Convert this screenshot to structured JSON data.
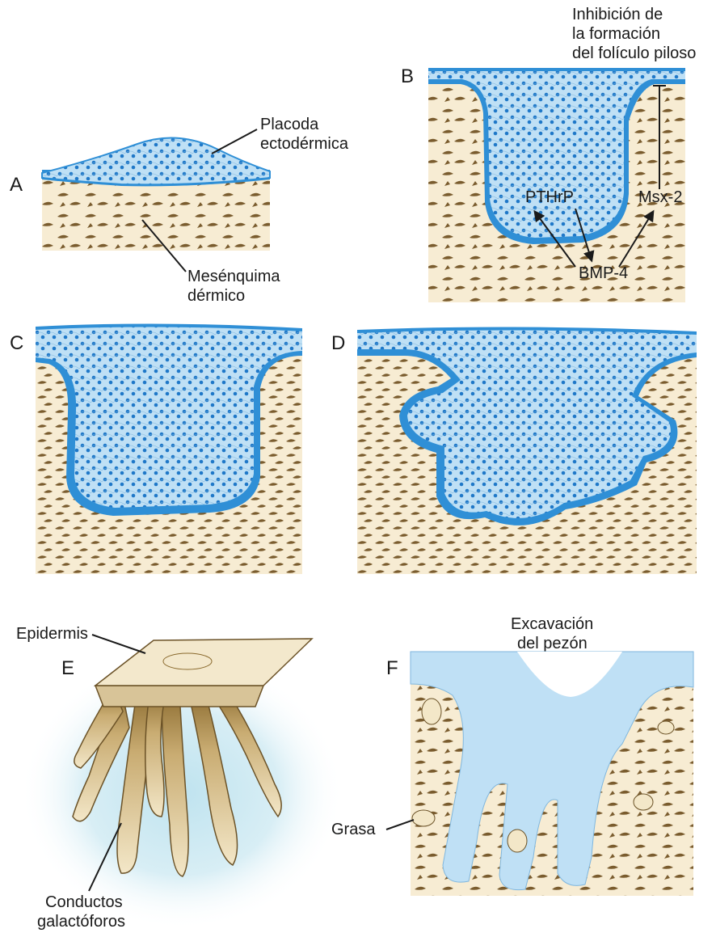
{
  "panels": {
    "a": {
      "letter": "A",
      "placode_label_1": "Placoda",
      "placode_label_2": "ectodérmica",
      "mesenchyme_label_1": "Mesénquima",
      "mesenchyme_label_2": "dérmico"
    },
    "b": {
      "letter": "B",
      "inhibition_line_1": "Inhibición de",
      "inhibition_line_2": "la formación",
      "inhibition_line_3": "del folículo piloso",
      "pthrp": "PTHrP",
      "msx2": "Msx-2",
      "bmp4": "BMP-4"
    },
    "c": {
      "letter": "C"
    },
    "d": {
      "letter": "D"
    },
    "e": {
      "letter": "E",
      "epidermis": "Epidermis",
      "ducts_1": "Conductos",
      "ducts_2": "galactóforos"
    },
    "f": {
      "letter": "F",
      "nipple_1": "Excavación",
      "nipple_2": "del pezón",
      "fat": "Grasa"
    }
  },
  "colors": {
    "epithelium_light": "#b9dcf3",
    "epithelium_basal": "#2f8fd6",
    "nucleus": "#1f78c8",
    "dermis": "#f7ecd3",
    "mesenchyme_cell": "#7a5c2e",
    "duct_tan": "#e2d0a4",
    "glow": "#cfe9f2"
  }
}
